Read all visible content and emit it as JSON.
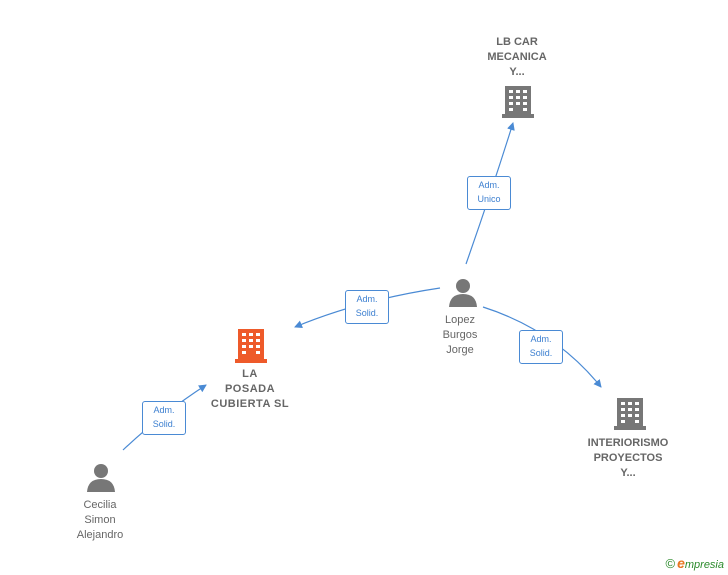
{
  "nodes": {
    "lbcar": {
      "label": "LB CAR\nMECANICA\nY..."
    },
    "lopez": {
      "label": "Lopez\nBurgos\nJorge"
    },
    "posada": {
      "label": "LA\nPOSADA\nCUBIERTA  SL"
    },
    "interiorismo": {
      "label": "INTERIORISMO\nPROYECTOS\nY..."
    },
    "cecilia": {
      "label": "Cecilia\nSimon\nAlejandro"
    }
  },
  "relations": {
    "r1": {
      "line1": "Adm.",
      "line2": "Unico"
    },
    "r2": {
      "line1": "Adm.",
      "line2": "Solid."
    },
    "r3": {
      "line1": "Adm.",
      "line2": "Solid."
    },
    "r4": {
      "line1": "Adm.",
      "line2": "Solid."
    }
  },
  "footer": {
    "copyright": "©",
    "brand_initial": "e",
    "brand_rest": "mpresia"
  },
  "colors": {
    "edge": "#4a8ad4",
    "company": "#777777",
    "main_company": "#ee5a2a",
    "person": "#777777"
  }
}
